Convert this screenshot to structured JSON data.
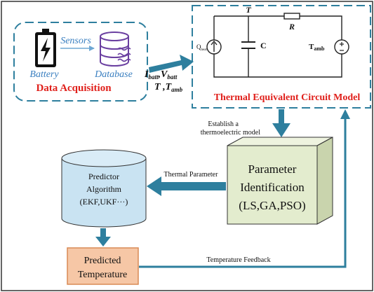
{
  "data_acquisition": {
    "sensors_label": "Sensors",
    "battery_label": "Battery",
    "database_label": "Database",
    "title": "Data Acquisition"
  },
  "signals": {
    "line1_i": "I",
    "line1_i_sub": "batt",
    "line1_sep": ",",
    "line1_v": "V",
    "line1_v_sub": "batt",
    "line2_t": "T",
    "line2_sep": " ,",
    "line2_tamb": "T",
    "line2_tamb_sub": "amb"
  },
  "circuit": {
    "title": "Thermal Equivalent Circuit Model",
    "node_T": "T",
    "resistor_label": "R",
    "capacitor_label": "C",
    "heat_source_label": "Q",
    "heat_source_sub": "heat",
    "amb_label": "T",
    "amb_sub": "amb"
  },
  "establish": {
    "line1": "Establish a",
    "line2": "thermoelectric model"
  },
  "parameter_identification": {
    "line1": "Parameter",
    "line2": "Identification",
    "line3": "(LS,GA,PSO)"
  },
  "predictor": {
    "line1": "Predictor",
    "line2": "Algorithm",
    "line3": "(EKF,UKF···)"
  },
  "thermal_parameter_label": "Thermal Parameter",
  "predicted": {
    "line1": "Predicted",
    "line2": "Temperature"
  },
  "feedback_label": "Temperature Feedback",
  "colors": {
    "teal": "#2e7f9e",
    "blue_text": "#3a7fc0",
    "red_title": "#e0201b",
    "cylinder_fill": "#c9e3f2",
    "cube_front": "#e3ecce",
    "cube_top": "#eef3df",
    "cube_side": "#c9d4ad",
    "predicted_fill": "#f6c7a6",
    "predicted_border": "#d98a55"
  }
}
